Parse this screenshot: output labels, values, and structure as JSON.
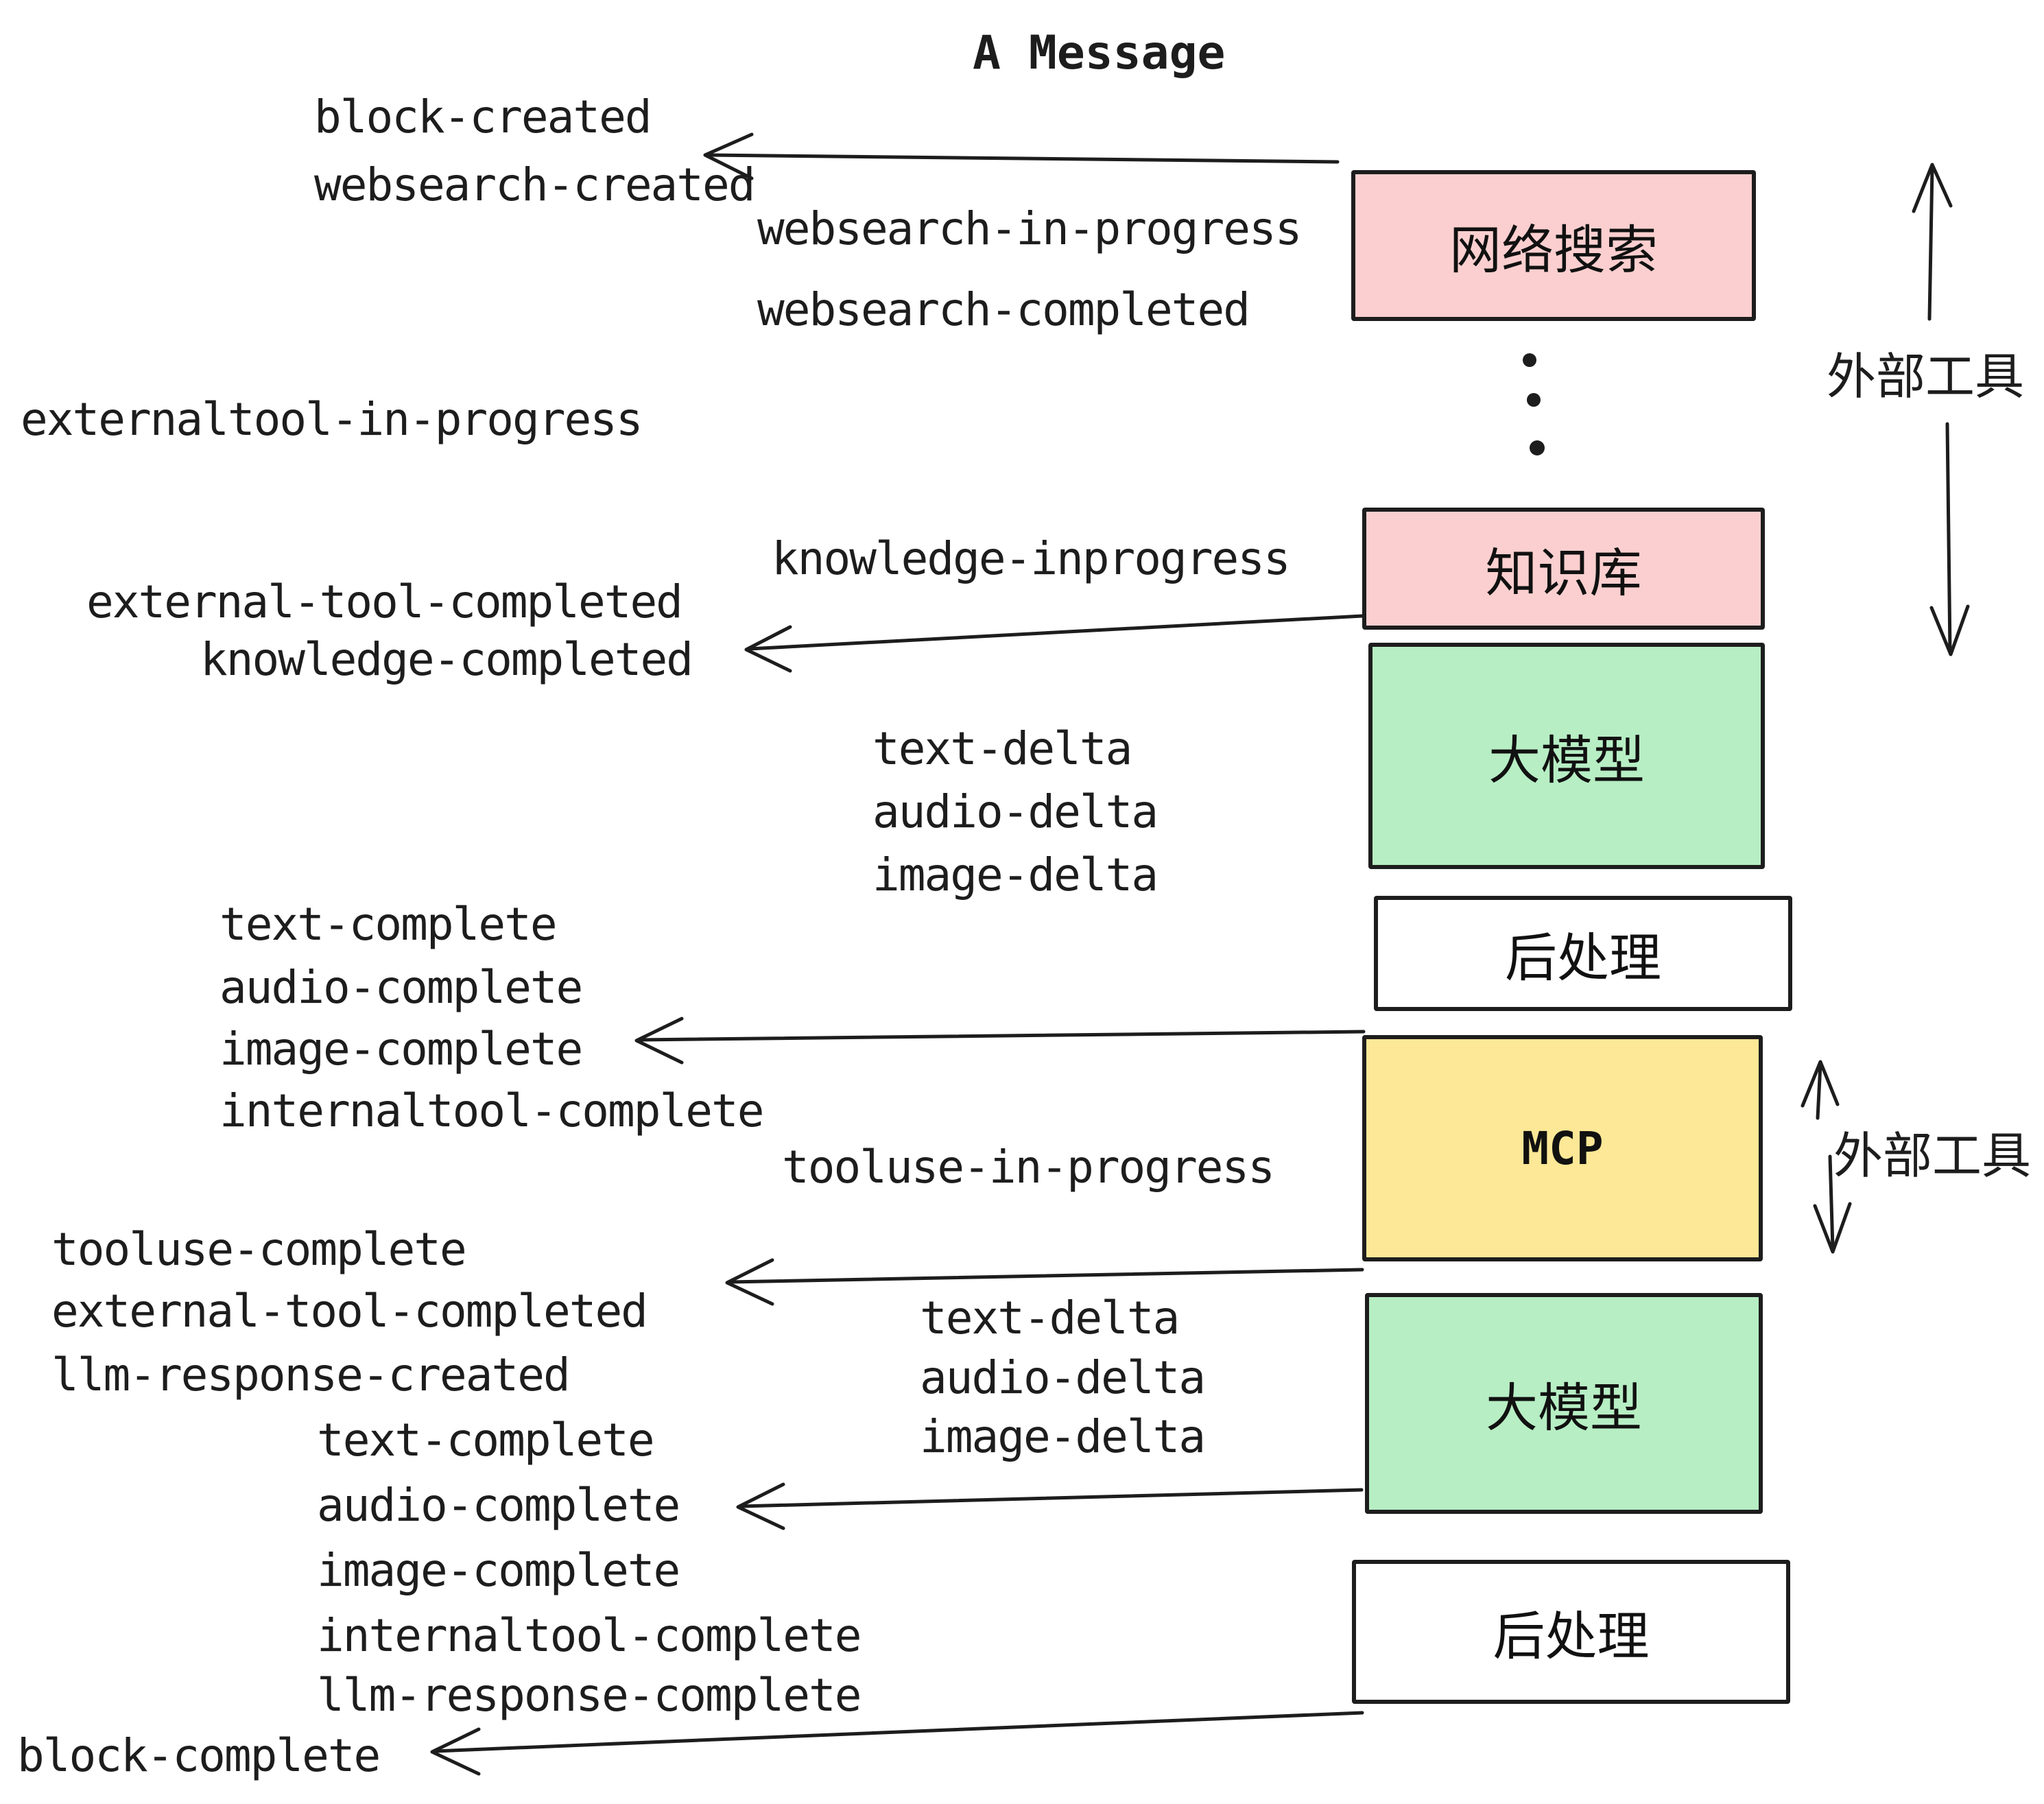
{
  "title": "A Message",
  "colors": {
    "pink": "#FBCFCF",
    "green": "#B7EEC4",
    "yellow": "#FCE896",
    "white": "#FFFFFF",
    "stroke": "#1D1D1D"
  },
  "boxes": {
    "websearch": "网络搜索",
    "knowledge": "知识库",
    "llm1": "大模型",
    "post1": "后处理",
    "mcp": "MCP",
    "llm2": "大模型",
    "post2": "后处理"
  },
  "side_labels": {
    "external_tools_top": "外部工具",
    "external_tools_bottom": "外部工具"
  },
  "events": {
    "block_created": "block-created",
    "websearch_created": "websearch-created",
    "websearch_in_progress": "websearch-in-progress",
    "websearch_completed": "websearch-completed",
    "externaltool_in_progress": "externaltool-in-progress",
    "knowledge_inprogress": "knowledge-inprogress",
    "external_tool_completed_1": "external-tool-completed",
    "knowledge_completed": "knowledge-completed",
    "text_delta_1": "text-delta",
    "audio_delta_1": "audio-delta",
    "image_delta_1": "image-delta",
    "text_complete_1": "text-complete",
    "audio_complete_1": "audio-complete",
    "image_complete_1": "image-complete",
    "internaltool_complete_1": "internaltool-complete",
    "tooluse_in_progress": "tooluse-in-progress",
    "tooluse_complete": "tooluse-complete",
    "external_tool_completed_2": "external-tool-completed",
    "llm_response_created": "llm-response-created",
    "text_complete_2": "text-complete",
    "audio_complete_2": "audio-complete",
    "image_complete_2": "image-complete",
    "internaltool_complete_2": "internaltool-complete",
    "llm_response_complete": "llm-response-complete",
    "block_complete": "block-complete",
    "text_delta_2": "text-delta",
    "audio_delta_2": "audio-delta",
    "image_delta_2": "image-delta"
  }
}
